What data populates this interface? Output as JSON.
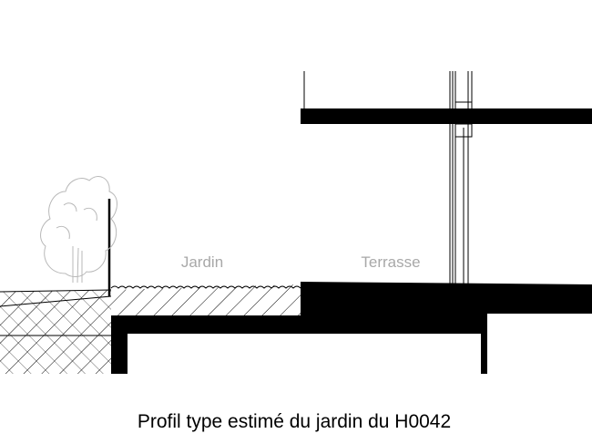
{
  "labels": {
    "garden": "Jardin",
    "terrace": "Terrasse"
  },
  "caption": "Profil type estimé du jardin du H0042",
  "colors": {
    "solid": "#000000",
    "background": "#ffffff",
    "label_grey": "#a8a8a8",
    "tree_outline": "#b8b8b8"
  }
}
